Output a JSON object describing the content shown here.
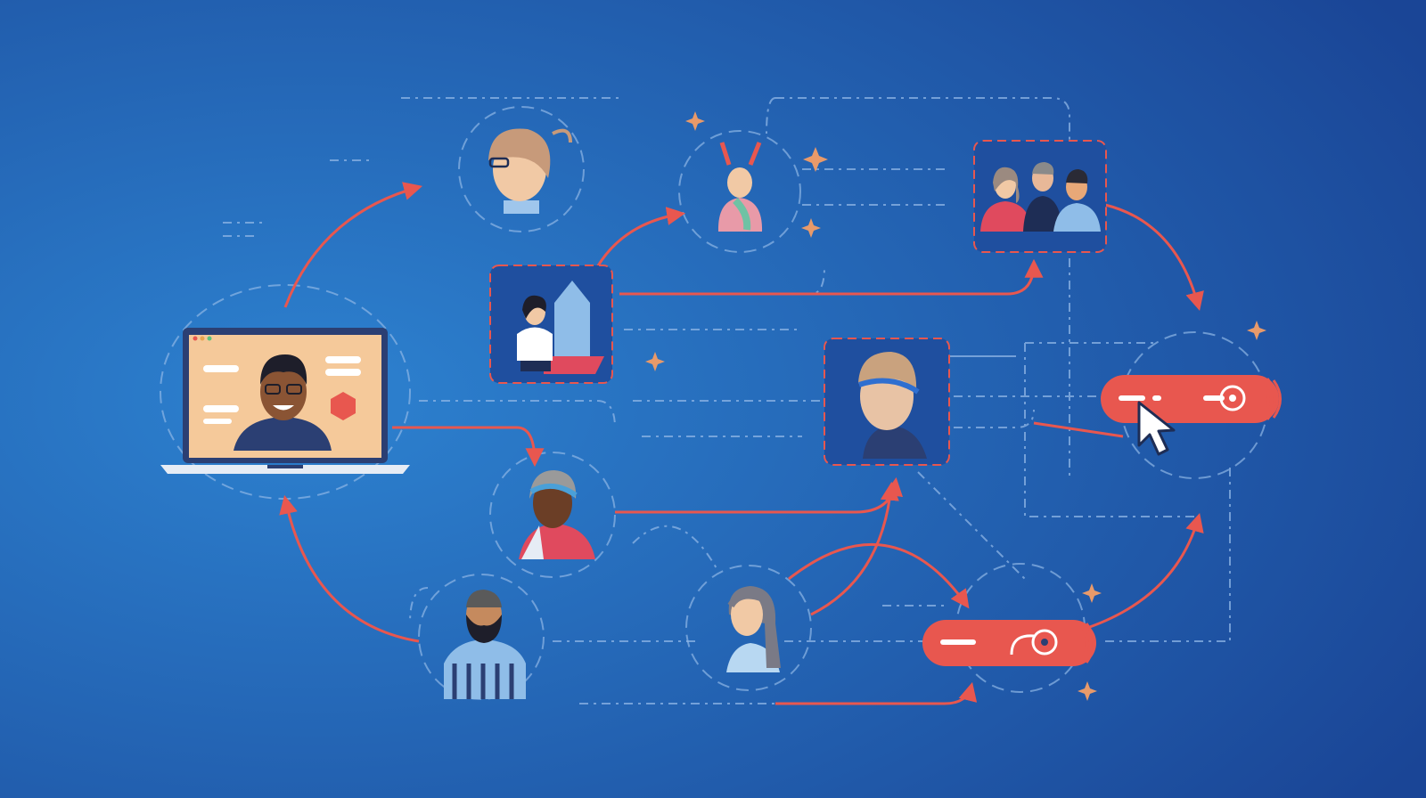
{
  "colors": {
    "background_center": "#2d82d0",
    "background_edge": "#1a4596",
    "accent_red": "#e8574f",
    "dashed_line": "#8fb6e6",
    "laptop_screen": "#f5c99a",
    "skin_dark": "#6b3e26",
    "skin_light": "#f1c9a5",
    "shirt_navy": "#2b3f73",
    "shirt_light": "#9fc6ec"
  },
  "nodes": [
    {
      "id": "laptop",
      "icon": "video-call-laptop-icon"
    },
    {
      "id": "person-glasses",
      "icon": "person-avatar-icon"
    },
    {
      "id": "person-bunny-ears",
      "icon": "person-avatar-icon"
    },
    {
      "id": "group-of-three",
      "icon": "team-icon"
    },
    {
      "id": "person-hospital",
      "icon": "person-building-icon"
    },
    {
      "id": "person-headband",
      "icon": "person-avatar-icon"
    },
    {
      "id": "woman-headscarf",
      "icon": "person-avatar-icon"
    },
    {
      "id": "bearded-man",
      "icon": "person-avatar-icon"
    },
    {
      "id": "woman-long-hair",
      "icon": "person-avatar-icon"
    },
    {
      "id": "toggle-button-top",
      "icon": "toggle-button-icon"
    },
    {
      "id": "toggle-button-bottom",
      "icon": "toggle-button-icon"
    },
    {
      "id": "cursor",
      "icon": "mouse-pointer-icon"
    }
  ]
}
